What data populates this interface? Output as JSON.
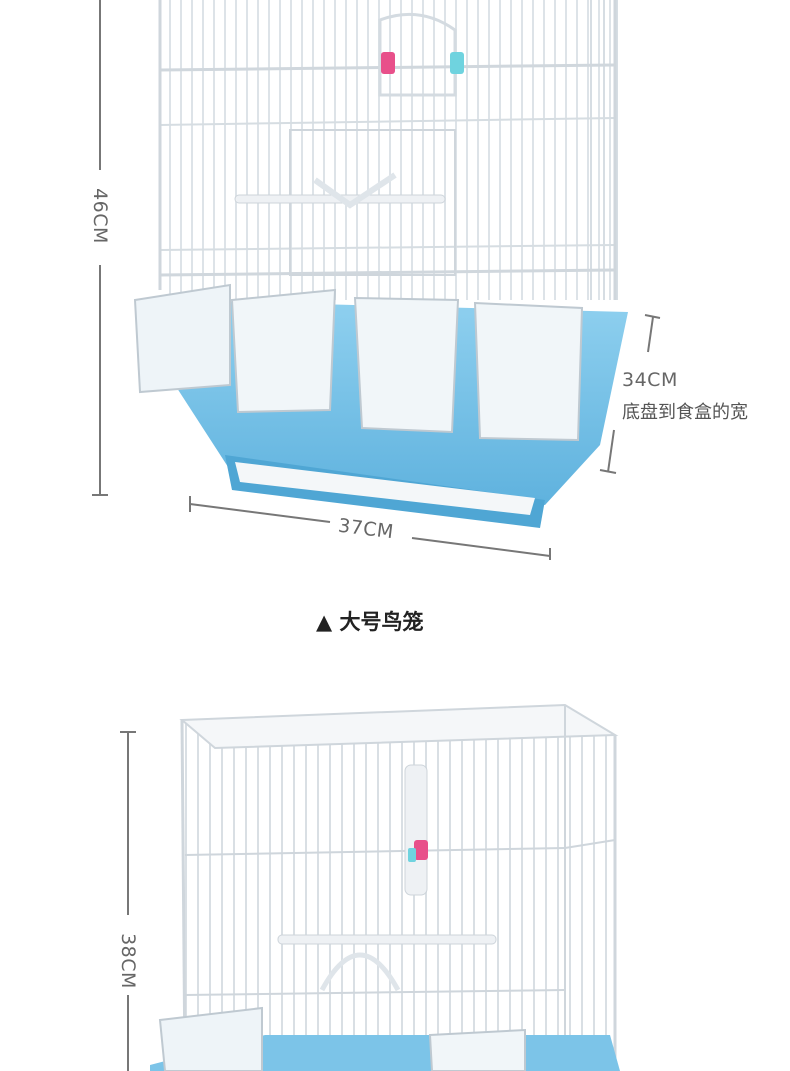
{
  "large_cage": {
    "height_label": "46CM",
    "width_label": "37CM",
    "tray_to_feeder_label": "34CM",
    "tray_to_feeder_note": "底盘到食盒的宽"
  },
  "caption": {
    "marker": "▲",
    "text": "大号鸟笼"
  },
  "small_cage": {
    "height_label": "38CM"
  },
  "colors": {
    "tray_blue": "#7cc4e8",
    "tray_blue_dark": "#4fa6d4",
    "wire": "#e8ecef",
    "dimension_line": "#777777",
    "feeder_clear": "#eef4f8",
    "perch_pink": "#e8508a",
    "perch_cyan": "#6fd3df"
  }
}
